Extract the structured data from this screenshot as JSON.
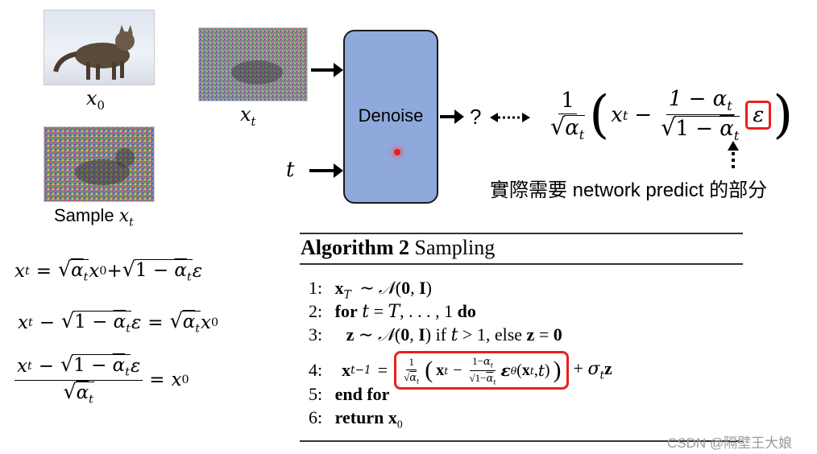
{
  "labels": {
    "x0": "x",
    "x0_sub": "0",
    "xt": "x",
    "xt_sub": "t",
    "sample_prefix": "Sample ",
    "sample_var": "x",
    "sample_sub": "t",
    "t_input": "t",
    "denoise": "Denoise",
    "question": "?",
    "network_note": "實際需要 network predict 的部分"
  },
  "formula_top": {
    "one": "1",
    "alpha": "α",
    "t": "t",
    "xt": "x",
    "minus": "−",
    "one_minus_alpha": "1 − α",
    "one_minus_abar": "1 − ",
    "abar": "α",
    "eps": "ε"
  },
  "algorithm": {
    "title_bold": "Algorithm 2",
    "title_rest": " Sampling",
    "lines": [
      {
        "num": "1:"
      },
      {
        "num": "2:",
        "kw1": "for",
        "kw2": "do"
      },
      {
        "num": "3:",
        "kw1": "if",
        "kw2": "else"
      },
      {
        "num": "4:"
      },
      {
        "num": "5:",
        "kw1": "end for"
      },
      {
        "num": "6:",
        "kw1": "return"
      }
    ]
  },
  "left_equations": {
    "eq1": "x_t = √ᾱ_t x_0 + √(1 − ᾱ_t) ε",
    "eq2": "x_t − √(1 − ᾱ_t) ε = √ᾱ_t x_0",
    "eq3": "(x_t − √(1 − ᾱ_t) ε) / √ᾱ_t = x_0"
  },
  "watermark": "CSDN @隔壁王大娘",
  "colors": {
    "box_fill": "#8fa9dc",
    "box_border": "#1a1a1a",
    "highlight": "#e8201f",
    "rule": "#333333"
  }
}
